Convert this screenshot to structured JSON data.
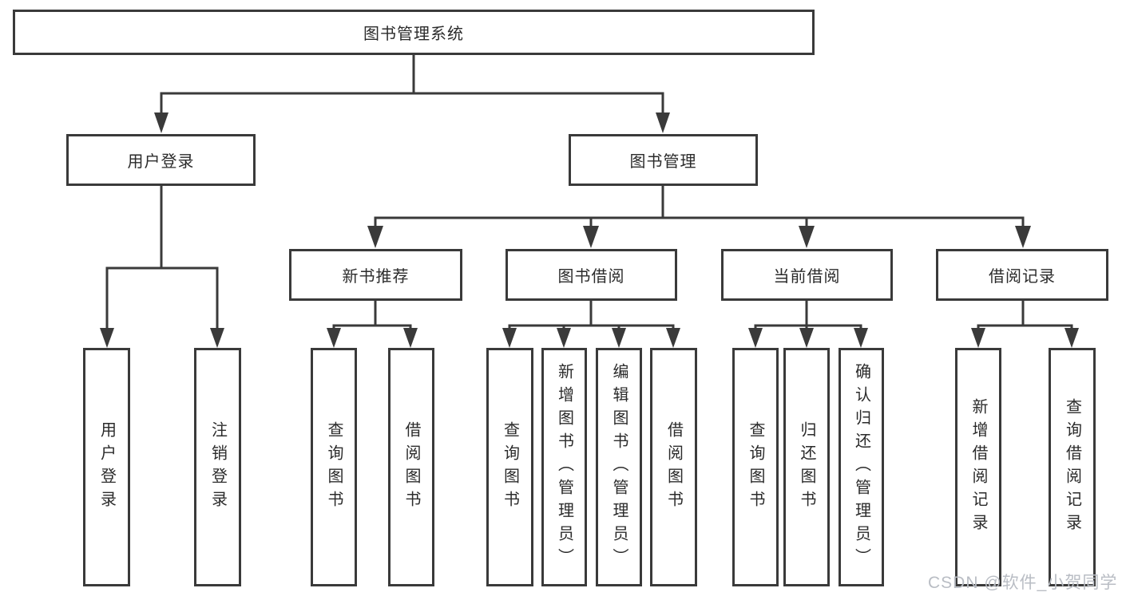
{
  "diagram": {
    "title": "图书管理系统",
    "level2": [
      {
        "label": "用户登录"
      },
      {
        "label": "图书管理"
      }
    ],
    "level3": [
      {
        "label": "新书推荐"
      },
      {
        "label": "图书借阅"
      },
      {
        "label": "当前借阅"
      },
      {
        "label": "借阅记录"
      }
    ],
    "leaves": [
      "用户登录",
      "注销登录",
      "查询图书",
      "借阅图书",
      "查询图书",
      "新增图书（管理员）",
      "编辑图书（管理员）",
      "借阅图书",
      "查询图书",
      "归还图书",
      "确认归还（管理员）",
      "新增借阅记录",
      "查询借阅记录"
    ],
    "line_color": "#3a3a3a",
    "box_background": "#ffffff",
    "text_color": "#2b2b2b"
  },
  "watermark": {
    "text": "CSDN @软件_小贺同学",
    "color": "#b9bdc4"
  }
}
